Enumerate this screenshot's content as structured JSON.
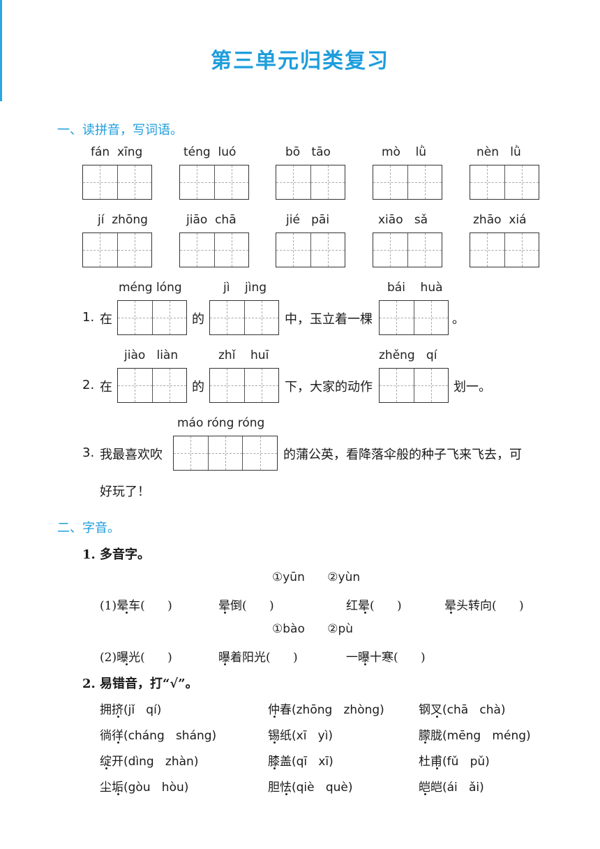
{
  "title": "第三单元归类复习",
  "section1": {
    "heading": "一、读拼音，写词语。",
    "row1": [
      "fán  xīng",
      "téng  luó",
      "bō   tāo",
      "mò    lǜ",
      "nèn   lǜ"
    ],
    "row2": [
      "jí  zhōng",
      "jiāo  chā",
      "jié   pāi",
      "xiāo   sǎ",
      "zhāo  xiá"
    ],
    "s1": {
      "num": "1.",
      "a": "在",
      "b": "的",
      "c": "中，玉立着一棵",
      "d": "。",
      "py1": "méng lóng",
      "py2": "jì    jìng",
      "py3": "bái    huà"
    },
    "s2": {
      "num": "2.",
      "a": "在",
      "b": "的",
      "c": "下，大家的动作",
      "d": "划一。",
      "py1": "jiào   liàn",
      "py2": "zhǐ    huī",
      "py3": "zhěng   qí"
    },
    "s3": {
      "num": "3.",
      "a": "我最喜欢吹",
      "b": "的蒲公英，看降落伞般的种子飞来飞去，可",
      "cont": "好玩了！",
      "py": "máo róng róng"
    }
  },
  "section2": {
    "heading": "二、字音。",
    "q1": {
      "label": "1. 多音字。",
      "g1_pinyin": "①yūn      ②yùn",
      "g1_items": [
        "(1)晕车(      )",
        "晕倒(      )",
        "红晕(      )",
        "晕头转向(      )"
      ],
      "g2_pinyin": "①bào      ②pù",
      "g2_items": [
        "(2)曝光(      )",
        "曝着阳光(      )",
        "一曝十寒(      )"
      ]
    },
    "q2": {
      "label": "2. 易错音，打“√”。",
      "items": [
        {
          "w": "拥挤",
          "p": "(jǐ   qí)"
        },
        {
          "w": "仲春",
          "p": "(zhōng   zhòng)"
        },
        {
          "w": "钢叉",
          "p": "(chā   chà)"
        },
        {
          "w": "徜徉",
          "p": "(cháng   sháng)"
        },
        {
          "w": "锡纸",
          "p": "(xī   yì)"
        },
        {
          "w": "朦胧",
          "p": "(mēng   méng)"
        },
        {
          "w": "绽开",
          "p": "(dìng   zhàn)"
        },
        {
          "w": "膝盖",
          "p": "(qī   xī)"
        },
        {
          "w": "杜甫",
          "p": "(fǔ   pǔ)"
        },
        {
          "w": "尘垢",
          "p": "(gòu   hòu)"
        },
        {
          "w": "胆怯",
          "p": "(qiè   què)"
        },
        {
          "w": "皑皑",
          "p": "(ái   ǎi)"
        }
      ]
    }
  }
}
